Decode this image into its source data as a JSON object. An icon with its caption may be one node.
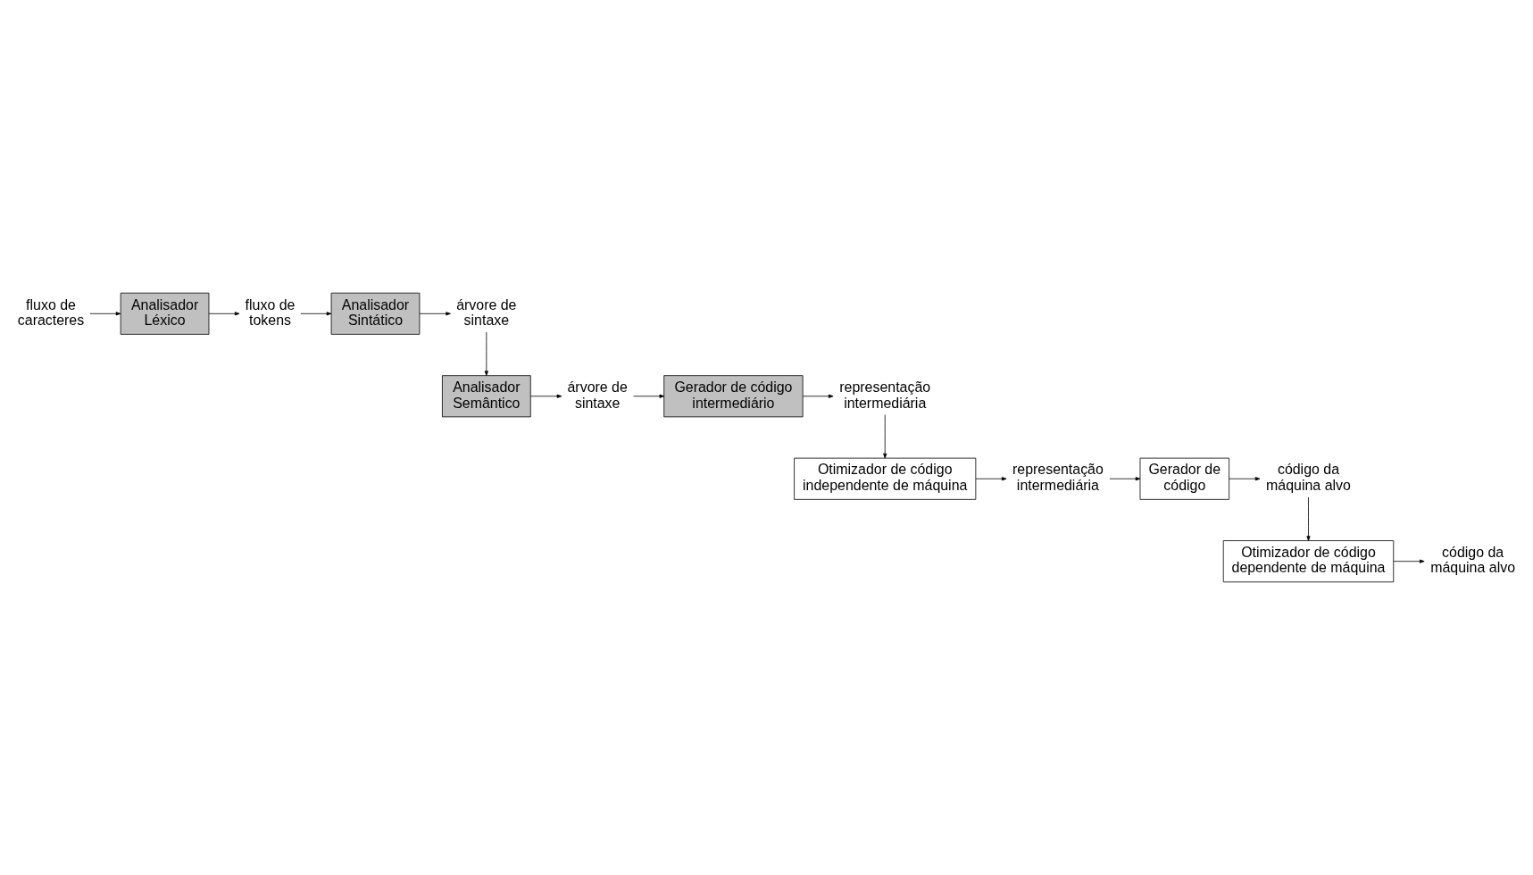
{
  "diagram": {
    "nodes": [
      {
        "text": [
          "fluxo de caracteres"
        ]
      },
      {
        "text": [
          "Analisador Léxico"
        ]
      },
      {
        "text": [
          "fluxo de tokens"
        ]
      },
      {
        "text": [
          "Analisador Sintático"
        ]
      },
      {
        "text": [
          "árvore de sintaxe"
        ]
      },
      {
        "text": [
          "Analisador Semântico"
        ]
      },
      {
        "text": [
          "árvore de sintaxe"
        ]
      },
      {
        "text": [
          "Gerador de código intermediário"
        ]
      },
      {
        "text": [
          "representação intermediária"
        ]
      },
      {
        "text": [
          "Otimizador de código independente de máquina"
        ]
      },
      {
        "text": [
          "representação intermediária"
        ]
      },
      {
        "text": [
          "Gerador de código"
        ]
      },
      {
        "text": [
          "código da máquina alvo"
        ]
      },
      {
        "text": [
          "Otimizador de código dependente de máquina"
        ]
      },
      {
        "text": [
          "código da máquina alvo"
        ]
      }
    ],
    "edges": [
      {
        "from": 0,
        "to": 1,
        "arrow": "to"
      },
      {
        "from": 1,
        "to": 2,
        "arrow": "to"
      },
      {
        "from": 2,
        "to": 3,
        "arrow": "to"
      },
      {
        "from": 3,
        "to": 4,
        "arrow": "to"
      },
      {
        "from": 4,
        "to": 5,
        "arrow": "to"
      },
      {
        "from": 5,
        "to": 6,
        "arrow": "to"
      },
      {
        "from": 6,
        "to": 7,
        "arrow": "to"
      },
      {
        "from": 7,
        "to": 8,
        "arrow": "to"
      },
      {
        "from": 8,
        "to": 9,
        "arrow": "to"
      },
      {
        "from": 9,
        "to": 10,
        "arrow": "to"
      },
      {
        "from": 10,
        "to": 11,
        "arrow": "to"
      },
      {
        "from": 11,
        "to": 12,
        "arrow": "to"
      },
      {
        "from": 12,
        "to": 13,
        "arrow": "to"
      },
      {
        "from": 13,
        "to": 14,
        "arrow": "to"
      }
    ]
  }
}
